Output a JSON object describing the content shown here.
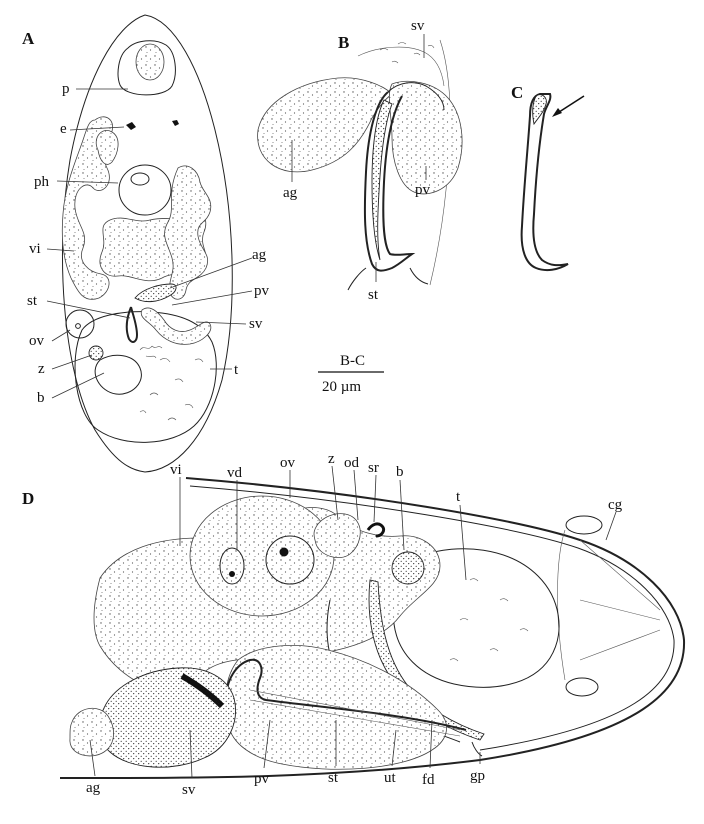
{
  "panels": {
    "A": {
      "letter": "A",
      "labels": {
        "p": "p",
        "e": "e",
        "ph": "ph",
        "vi": "vi",
        "ag": "ag",
        "pv": "pv",
        "st": "st",
        "sv": "sv",
        "ov": "ov",
        "z": "z",
        "b": "b",
        "t": "t"
      }
    },
    "B": {
      "letter": "B",
      "labels": {
        "sv": "sv",
        "ag": "ag",
        "pv": "pv",
        "st": "st"
      }
    },
    "C": {
      "letter": "C"
    },
    "D": {
      "letter": "D",
      "labels": {
        "vi": "vi",
        "vd": "vd",
        "ov": "ov",
        "z": "z",
        "od": "od",
        "sr": "sr",
        "b": "b",
        "t": "t",
        "cg": "cg",
        "ag": "ag",
        "sv": "sv",
        "pv": "pv",
        "st": "st",
        "ut": "ut",
        "fd": "fd",
        "gp": "gp"
      }
    }
  },
  "scale_bar": {
    "panels": "B-C",
    "length": "20 µm"
  }
}
